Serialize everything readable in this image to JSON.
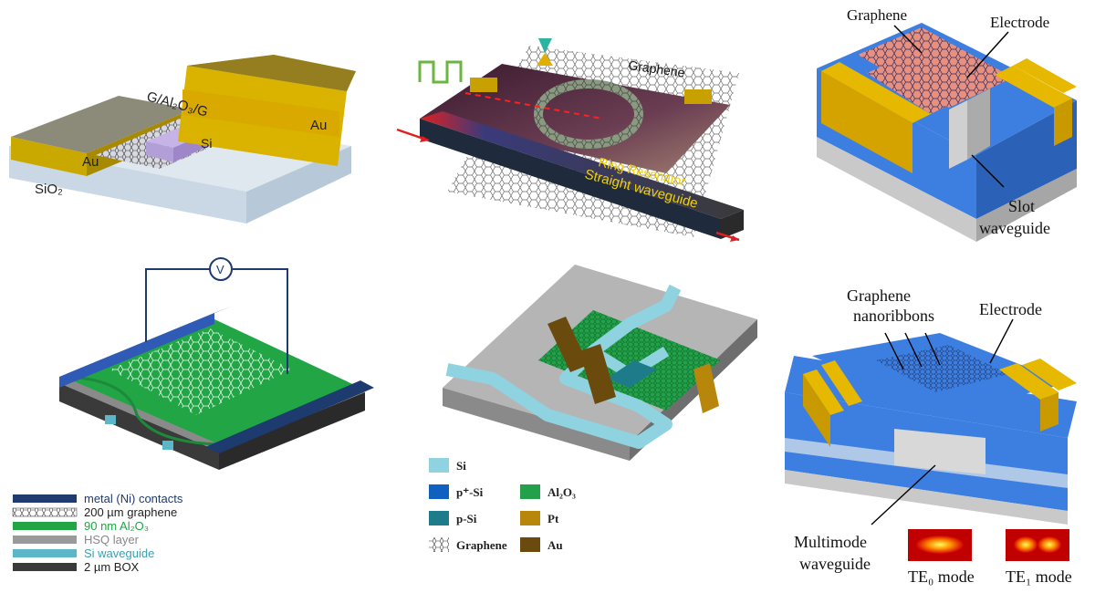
{
  "panel_a": {
    "top_layer": "G/Al₂O₃/G",
    "left_electrode": "Au",
    "right_electrode": "Au",
    "waveguide": "Si",
    "substrate": "SiO₂"
  },
  "panel_b": {
    "graphene": "Graphene",
    "ring": "Ring Resonator",
    "waveguide": "Straight waveguide"
  },
  "panel_c": {
    "graphene": "Graphene",
    "electrode": "Electrode",
    "slot1": "Slot",
    "slot2": "waveguide"
  },
  "panel_d": {
    "voltmeter": "V",
    "legend": [
      {
        "label": "metal (Ni) contacts",
        "color": "#1d3b6e"
      },
      {
        "label": "200 µm graphene",
        "color": "pattern"
      },
      {
        "label": "90 nm Al₂O₃",
        "color": "#21a545"
      },
      {
        "label": "HSQ layer",
        "color": "#9a9a9a"
      },
      {
        "label": "Si waveguide",
        "color": "#5bb6c8"
      },
      {
        "label": "2 µm BOX",
        "color": "#3a3a3a"
      }
    ]
  },
  "panel_e": {
    "legend": [
      {
        "label": "Si",
        "color": "#8fd3e0"
      },
      {
        "label": "p⁺-Si",
        "color": "#1060c0"
      },
      {
        "label": "p-Si",
        "color": "#1e7c8a"
      },
      {
        "label": "Graphene",
        "color": "pattern"
      },
      {
        "label": "Al₂O₃",
        "color": "#22a14a"
      },
      {
        "label": "Pt",
        "color": "#b8860b"
      },
      {
        "label": "Au",
        "color": "#6b4a0e"
      }
    ]
  },
  "panel_f": {
    "graphene1": "Graphene",
    "graphene2": "nanoribbons",
    "electrode": "Electrode",
    "multimode1": "Multimode",
    "multimode2": "waveguide",
    "te0": "TE₀ mode",
    "te1": "TE₁ mode"
  },
  "colors": {
    "gold": "#e6b800",
    "blue": "#3d7fe0",
    "graphene_pink": "#e89080",
    "green": "#1fa54a"
  }
}
